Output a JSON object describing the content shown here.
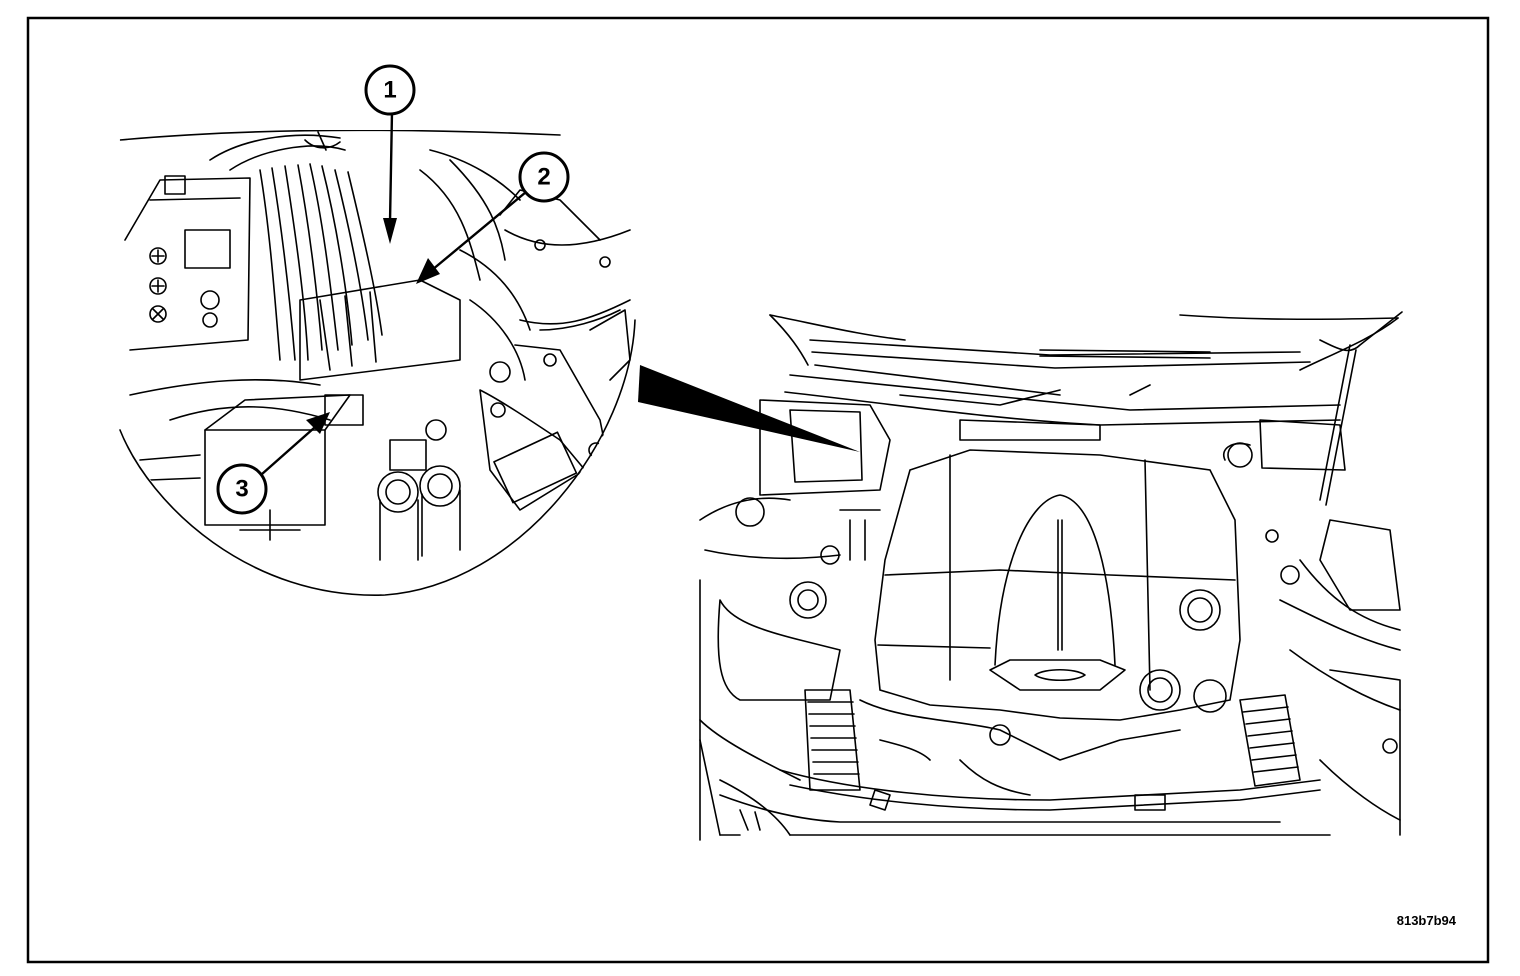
{
  "figure_id": "813b7b94",
  "callouts": [
    {
      "number": "1"
    },
    {
      "number": "2"
    },
    {
      "number": "3"
    }
  ],
  "colors": {
    "line": "#000000",
    "background": "#ffffff"
  }
}
